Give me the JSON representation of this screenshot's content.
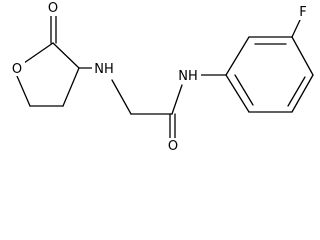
{
  "structure": {
    "atoms": {
      "ring_oxygen": "O",
      "carbonyl_oxygen_lactone": "O",
      "amine_nh": "NH",
      "amide_nh": "NH",
      "amide_oxygen": "O",
      "fluorine": "F"
    }
  },
  "colors": {
    "bond": "#000000",
    "label": "#000000",
    "background": "#ffffff"
  }
}
